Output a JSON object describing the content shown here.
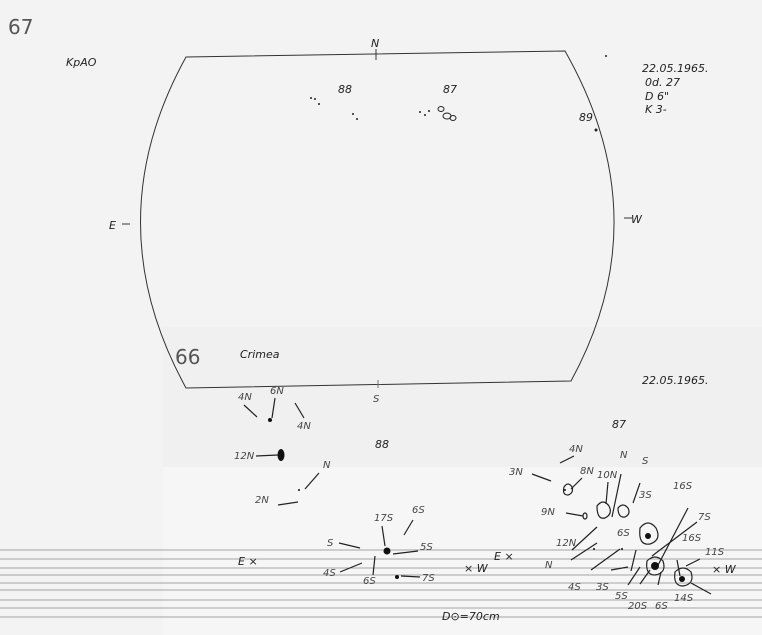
{
  "sheet_top": {
    "page_number": "67",
    "observatory": "KpAO",
    "date": "22.05.1965.",
    "params": [
      "0d. 27",
      "D  6\"",
      "K  3-"
    ],
    "directions": {
      "north": "N",
      "east": "E",
      "west": "W"
    },
    "groups": [
      "88",
      "87",
      "89"
    ]
  },
  "sheet_bottom": {
    "page_number": "66",
    "observatory": "Crimea",
    "date": "22.05.1965.",
    "south": "S",
    "groups": [
      "88",
      "87"
    ],
    "diameter": "D⊙=70cm",
    "axis_marks": [
      "E ×",
      "× W",
      "E ×",
      "× W"
    ],
    "group88_labels": [
      "4N",
      "6N",
      "4N",
      "12N",
      "N",
      "2N",
      "17S",
      "6S",
      "S",
      "5S",
      "4S",
      "6S",
      "7S"
    ],
    "group87_labels": [
      "4N",
      "N",
      "S",
      "3N",
      "8N",
      "10N",
      "3S",
      "16S",
      "9N",
      "7S",
      "6S",
      "12N",
      "16S",
      "11S",
      "N",
      "4S",
      "3S",
      "5S",
      "20S",
      "6S",
      "14S"
    ]
  }
}
